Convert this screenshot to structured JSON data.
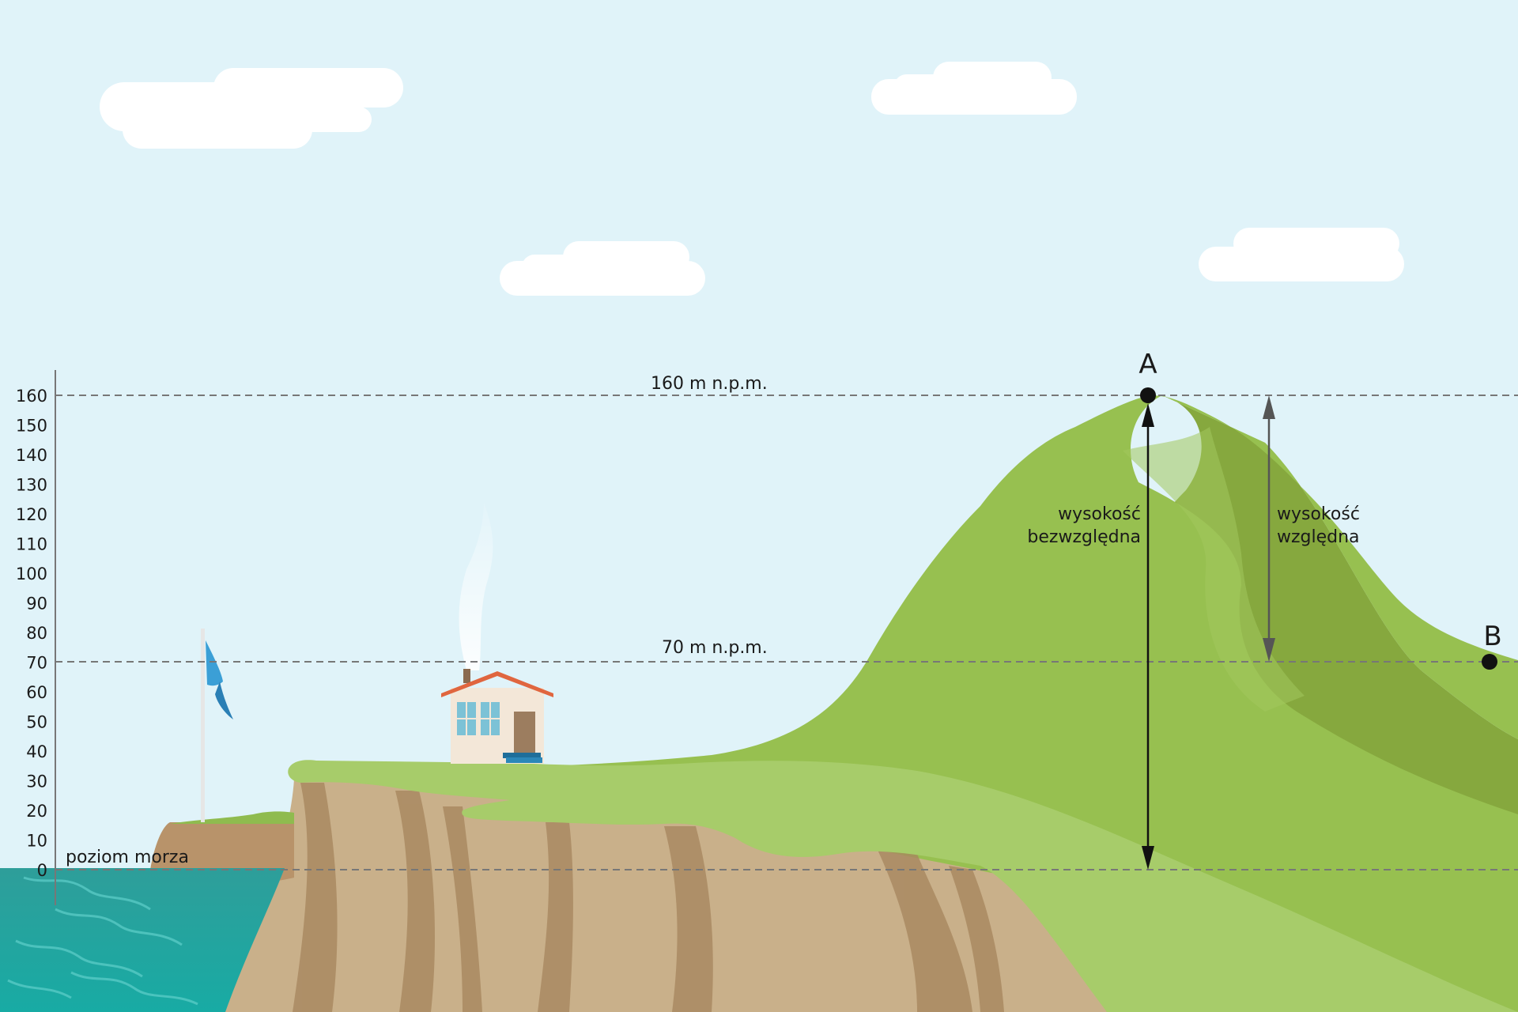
{
  "axis": {
    "ticks": [
      "160",
      "150",
      "140",
      "130",
      "120",
      "110",
      "100",
      "90",
      "80",
      "70",
      "60",
      "50",
      "40",
      "30",
      "20",
      "10",
      "0"
    ]
  },
  "labels": {
    "sea_level": "poziom morza",
    "line_160": "160 m n.p.m.",
    "line_70": "70 m n.p.m.",
    "absolute_1": "wysokość",
    "absolute_2": "bezwzględna",
    "relative_1": "wysokość",
    "relative_2": "względna",
    "point_a": "A",
    "point_b": "B"
  },
  "points": {
    "a_height_m": 160,
    "b_height_m": 70
  },
  "colors": {
    "sky": "#e0f3f9",
    "sea": "#1aa8a2",
    "grass_light": "#a7cc6a",
    "grass_mid": "#97c050",
    "grass_dark": "#86a83e",
    "rock": "#c9b08a",
    "rock_dark": "#a8875f",
    "dashed_line": "#777777"
  },
  "icons": [
    "cloud-icon",
    "house-icon",
    "flag-icon",
    "smoke-icon"
  ]
}
